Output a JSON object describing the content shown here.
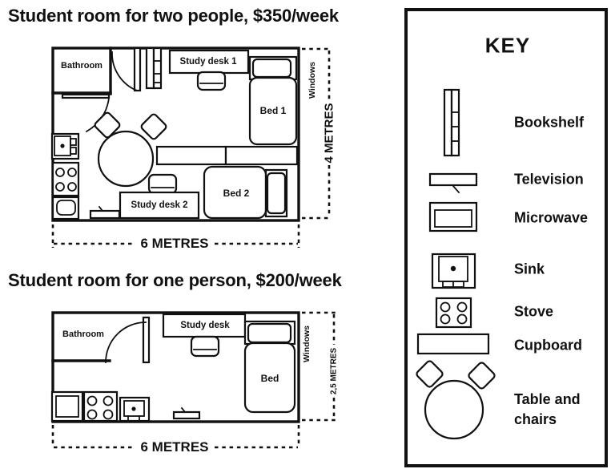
{
  "titles": {
    "two_person": "Student room for two people, $350/week",
    "one_person": "Student room for one person, $200/week"
  },
  "plan_two": {
    "bathroom": "Bathroom",
    "study_desk_1": "Study desk 1",
    "bed_1": "Bed 1",
    "study_desk_2": "Study desk 2",
    "bed_2": "Bed 2",
    "windows": "Windows",
    "width_label": "6 METRES",
    "height_label": "4 METRES"
  },
  "plan_one": {
    "bathroom": "Bathroom",
    "study_desk": "Study desk",
    "bed": "Bed",
    "windows": "Windows",
    "width_label": "6 METRES",
    "height_label": "2,5 METRES"
  },
  "key": {
    "title": "KEY",
    "items": [
      {
        "symbol": "bookshelf-symbol",
        "label": "Bookshelf"
      },
      {
        "symbol": "television-symbol",
        "label": "Television"
      },
      {
        "symbol": "microwave-symbol",
        "label": "Microwave"
      },
      {
        "symbol": "sink-symbol",
        "label": "Sink"
      },
      {
        "symbol": "stove-symbol",
        "label": "Stove"
      },
      {
        "symbol": "cupboard-symbol",
        "label": "Cupboard"
      },
      {
        "symbol": "table-chairs-symbol",
        "label": "Table and chairs"
      }
    ]
  },
  "colors": {
    "ink": "#111111",
    "background": "#ffffff"
  }
}
